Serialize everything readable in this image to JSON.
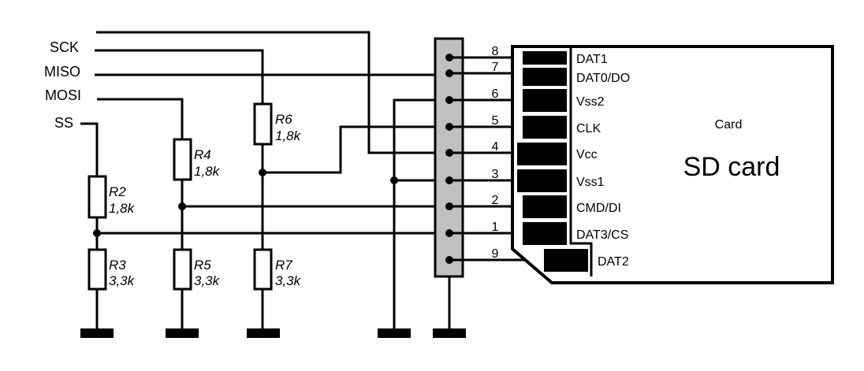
{
  "title": "SD card SPI connection schematic",
  "signals": {
    "sck": "SCK",
    "miso": "MISO",
    "mosi": "MOSI",
    "ss": "SS"
  },
  "resistors": [
    {
      "ref": "R2",
      "value": "1,8k"
    },
    {
      "ref": "R3",
      "value": "3,3k"
    },
    {
      "ref": "R4",
      "value": "1,8k"
    },
    {
      "ref": "R5",
      "value": "3,3k"
    },
    {
      "ref": "R6",
      "value": "1,8k"
    },
    {
      "ref": "R7",
      "value": "3,3k"
    }
  ],
  "connector_pins": [
    "8",
    "7",
    "6",
    "5",
    "4",
    "3",
    "2",
    "1",
    "9"
  ],
  "card": {
    "subtitle": "Card",
    "title": "SD card",
    "pins": [
      "DAT1",
      "DAT0/DO",
      "Vss2",
      "CLK",
      "Vcc",
      "Vss1",
      "CMD/DI",
      "DAT3/CS",
      "DAT2"
    ]
  },
  "colors": {
    "line": "#000000",
    "connector_fill": "#c0c0c0",
    "background": "#ffffff"
  }
}
